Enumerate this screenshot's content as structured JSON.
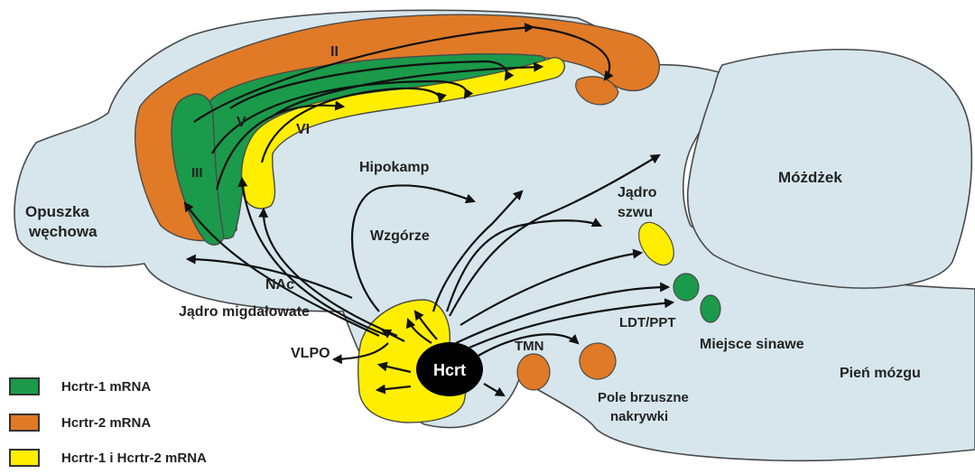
{
  "colors": {
    "green": "#1a9a4a",
    "orange": "#e07a26",
    "yellow": "#ffee00",
    "tissue": "#d6e6ec",
    "nucleus": "#000000",
    "outline": "#4a4a4a"
  },
  "layers": {
    "II": "II",
    "III": "III",
    "V": "V",
    "VI": "VI"
  },
  "regions": {
    "olfactory_line1": "Opuszka",
    "olfactory_line2": "węchowa",
    "hippocampus": "Hipokamp",
    "thalamus": "Wzgórze",
    "nac": "NAc",
    "amygdala": "Jądro migdałowate",
    "vlpo": "VLPO",
    "hcrt": "Hcrt",
    "tmn": "TMN",
    "vta_line1": "Pole brzuszne",
    "vta_line2": "nakrywki",
    "raphe_line1": "Jądro",
    "raphe_line2": "szwu",
    "ldt_ppt": "LDT/PPT",
    "locus_coeruleus": "Miejsce sinawe",
    "cerebellum": "Móżdżek",
    "brainstem": "Pień mózgu"
  },
  "legend": [
    {
      "label": "Hcrtr-1 mRNA",
      "color": "#1a9a4a",
      "icon": "green-swatch"
    },
    {
      "label": "Hcrtr-2 mRNA",
      "color": "#e07a26",
      "icon": "orange-swatch"
    },
    {
      "label": "Hcrtr-1 i Hcrtr-2 mRNA",
      "color": "#ffee00",
      "icon": "yellow-swatch"
    }
  ]
}
